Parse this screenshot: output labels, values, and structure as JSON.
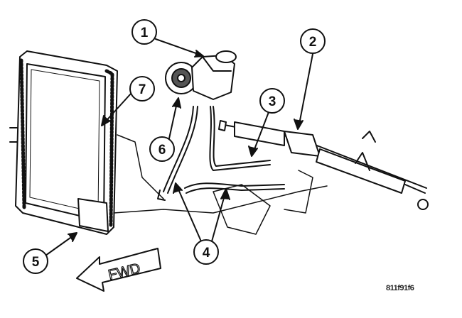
{
  "callouts": [
    {
      "label": "1",
      "part": "power-steering-pump"
    },
    {
      "label": "2",
      "part": "steering-gear"
    },
    {
      "label": "3",
      "part": "pressure-hose"
    },
    {
      "label": "4",
      "part": "return-hoses"
    },
    {
      "label": "5",
      "part": "cooler-connection"
    },
    {
      "label": "6",
      "part": "pulley"
    },
    {
      "label": "7",
      "part": "radiator"
    }
  ],
  "direction_label": "FWD",
  "figure_code": "811f91f6"
}
